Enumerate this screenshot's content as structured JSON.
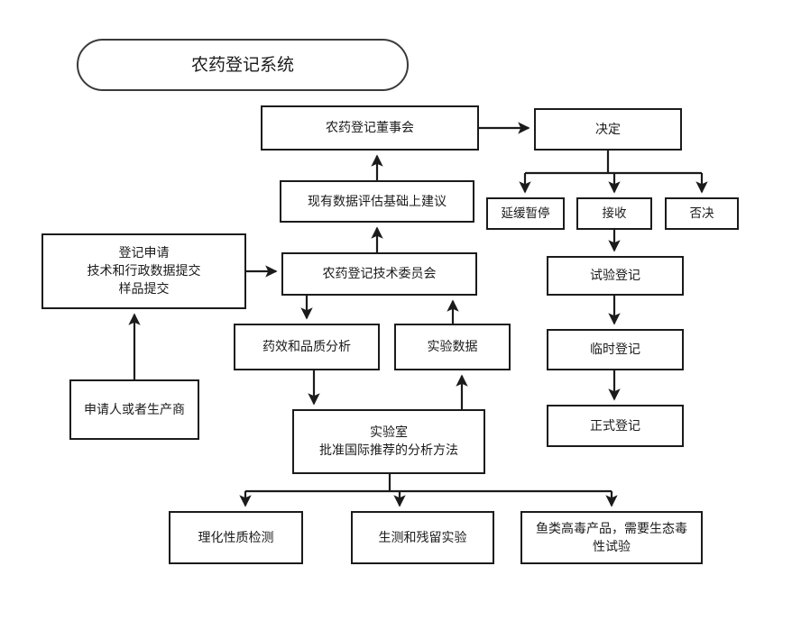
{
  "diagram": {
    "title": "农药登记系统",
    "background_color": "#ffffff",
    "line_color": "#1b1b1b",
    "box_fill": "#ffffff",
    "nodes": {
      "board": "农药登记董事会",
      "decision": "决定",
      "advice": "现有数据评估基础上建议",
      "suspend": "延缓暂停",
      "accept": "接收",
      "reject": "否决",
      "application": "登记申请\n技术和行政数据提交\n样品提交",
      "tech_committee": "农药登记技术委员会",
      "trial_registration": "试验登记",
      "applicant": "申请人或者生产商",
      "efficacy_quality": "药效和品质分析",
      "experiment_data": "实验数据",
      "temporary_registration": "临时登记",
      "laboratory": "实验室\n批准国际推荐的分析方法",
      "formal_registration": "正式登记",
      "physchem_test": "理化性质检测",
      "bioassay_residue": "生测和残留实验",
      "fish_toxicity": "鱼类高毒产品，需要生态毒\n性试验"
    }
  }
}
